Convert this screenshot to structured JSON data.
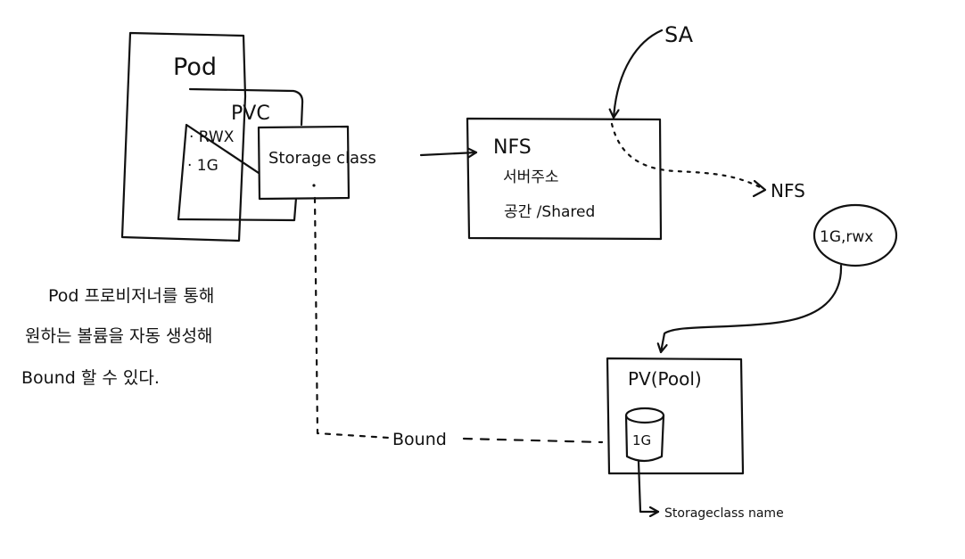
{
  "pod": {
    "label": "Pod"
  },
  "pvc": {
    "label": "PVC",
    "specs": [
      "· RWX",
      "· 1G"
    ]
  },
  "storage_class": {
    "label": "Storage class"
  },
  "nfs_box": {
    "title": "NFS",
    "lines": [
      "서버주소",
      "공간 /Shared"
    ]
  },
  "sa": {
    "label": "SA"
  },
  "nfs_outside": {
    "label": "NFS"
  },
  "capacity_ellipse": {
    "label": "1G,rwx"
  },
  "pv": {
    "label": "PV(Pool)",
    "volume_label": "1G",
    "sc_name": "Storageclass name"
  },
  "bound": {
    "label": "Bound"
  },
  "note": {
    "lines": [
      "Pod 프로비저너를 통해",
      "원하는 볼륨을 자동 생성해",
      "Bound 할 수 있다."
    ]
  },
  "colors": {
    "ink": "#111111",
    "background": "#ffffff"
  }
}
